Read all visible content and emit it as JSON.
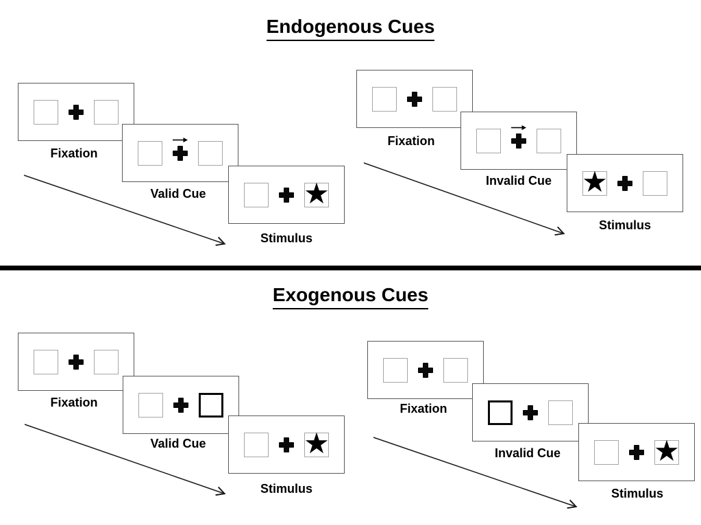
{
  "colors": {
    "background": "#ffffff",
    "panel_border": "#595959",
    "box_border": "#a6a6a6",
    "ink": "#000000",
    "divider": "#000000"
  },
  "glyphs": {
    "star": "★"
  },
  "sections": [
    {
      "title": "Endogenous Cues",
      "trials": [
        {
          "name": "valid-trial",
          "panels": [
            {
              "label": "Fixation"
            },
            {
              "label": "Valid Cue",
              "cue_type": "central-arrow",
              "cue_direction": "right"
            },
            {
              "label": "Stimulus",
              "star_side": "right"
            }
          ]
        },
        {
          "name": "invalid-trial",
          "panels": [
            {
              "label": "Fixation"
            },
            {
              "label": "Invalid Cue",
              "cue_type": "central-arrow",
              "cue_direction": "right"
            },
            {
              "label": "Stimulus",
              "star_side": "left"
            }
          ]
        }
      ]
    },
    {
      "title": "Exogenous Cues",
      "trials": [
        {
          "name": "valid-trial",
          "panels": [
            {
              "label": "Fixation"
            },
            {
              "label": "Valid Cue",
              "cue_type": "peripheral-box-highlight",
              "highlight_side": "right"
            },
            {
              "label": "Stimulus",
              "star_side": "right"
            }
          ]
        },
        {
          "name": "invalid-trial",
          "panels": [
            {
              "label": "Fixation"
            },
            {
              "label": "Invalid Cue",
              "cue_type": "peripheral-box-highlight",
              "highlight_side": "left"
            },
            {
              "label": "Stimulus",
              "star_side": "right"
            }
          ]
        }
      ]
    }
  ]
}
